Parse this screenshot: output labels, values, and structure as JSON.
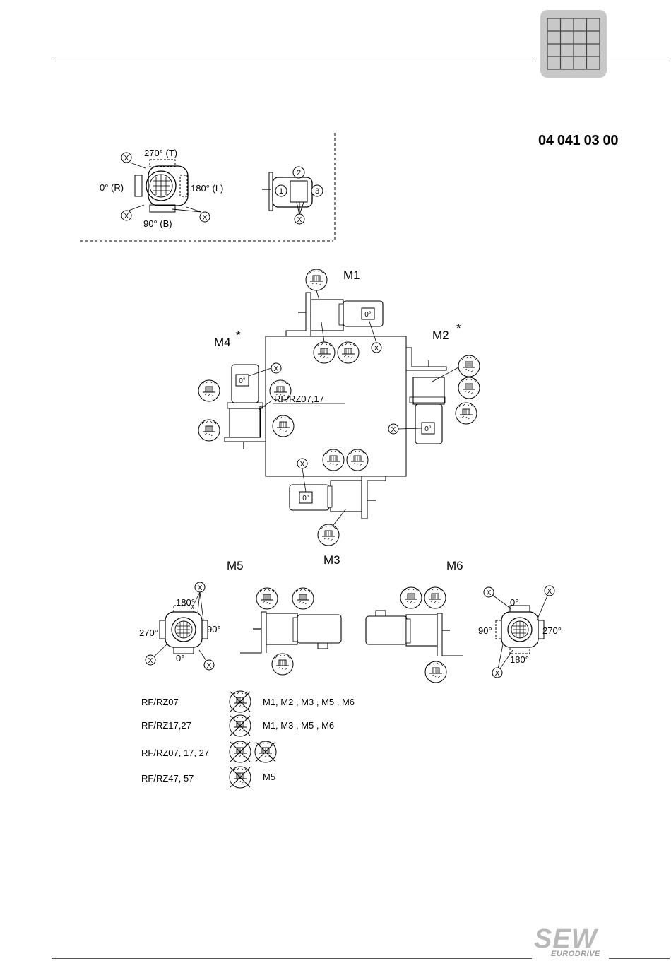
{
  "document_code": "04 041 03 00",
  "legend_positions": {
    "top": "270° (T)",
    "left": "0° (R)",
    "right": "180° (L)",
    "bottom": "90° (B)",
    "marker": "X",
    "ports": [
      "1",
      "2",
      "3"
    ]
  },
  "mounting_positions": {
    "m1": "M1",
    "m2": "M2",
    "m3": "M3",
    "m4": "M4",
    "m5": "M5",
    "m6": "M6",
    "asterisk": "*",
    "motor_box": "0°",
    "note_rf": "RF/RZ07,17"
  },
  "m5_angles": {
    "top": "180°",
    "left": "270°",
    "right": "90°",
    "bottom": "0°"
  },
  "m6_angles": {
    "top": "0°",
    "left": "90°",
    "right": "270°",
    "bottom": "180°"
  },
  "restrictions": [
    {
      "type": "RF/RZ07",
      "positions": "M1, M2 , M3 , M5 , M6"
    },
    {
      "type": "RF/RZ17,27",
      "positions": "M1, M3 , M5 , M6"
    },
    {
      "type": "RF/RZ07, 17, 27",
      "positions": ""
    },
    {
      "type": "RF/RZ47, 57",
      "positions": "M5"
    }
  ],
  "logo": {
    "brand": "SEW",
    "sub": "EURODRIVE"
  }
}
